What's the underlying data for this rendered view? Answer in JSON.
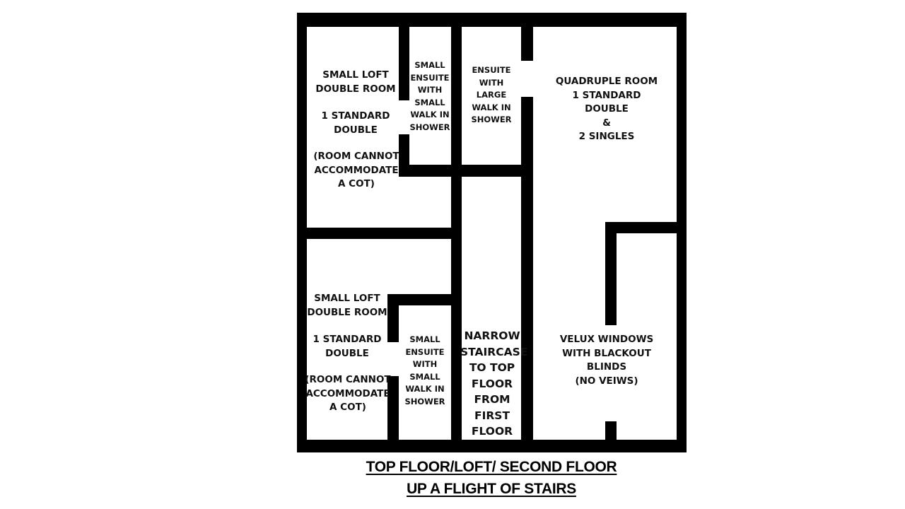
{
  "plan": {
    "rooms": {
      "loft_room_1": {
        "name": "SMALL LOFT\nDOUBLE ROOM",
        "beds": "1 STANDARD\nDOUBLE",
        "note": "(ROOM CANNOT\nACCOMMODATE\nA COT)"
      },
      "ensuite_1": "SMALL\nENSUITE\nWITH\nSMALL\nWALK IN\nSHOWER",
      "ensuite_large": "ENSUITE\nWITH\nLARGE\nWALK IN\nSHOWER",
      "quad_room": "QUADRUPLE ROOM\n1 STANDARD\nDOUBLE\n&\n2 SINGLES",
      "loft_room_2": {
        "name": "SMALL LOFT\nDOUBLE ROOM",
        "beds": "1 STANDARD\nDOUBLE",
        "note": "(ROOM CANNOT\nACCOMMODATE\nA COT)"
      },
      "ensuite_2": "SMALL\nENSUITE\nWITH\nSMALL\nWALK IN\nSHOWER",
      "staircase": "NARROW\nSTAIRCASE\nTO TOP\nFLOOR\nFROM\nFIRST\nFLOOR",
      "velux_note": "VELUX WINDOWS\nWITH BLACKOUT\nBLINDS\n(NO VEIWS)"
    },
    "caption": {
      "line1": "TOP FLOOR/LOFT/ SECOND FLOOR",
      "line2": "UP A FLIGHT OF STAIRS"
    }
  }
}
